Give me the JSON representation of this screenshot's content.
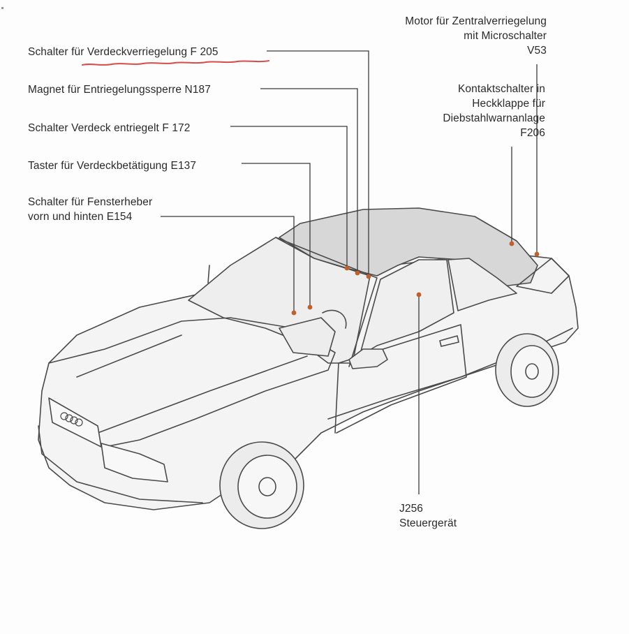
{
  "labels": {
    "f205": "Schalter für Verdeckverriegelung F 205",
    "n187": "Magnet für Entriegelungssperre N187",
    "f172": "Schalter Verdeck entriegelt F 172",
    "e137": "Taster für Verdeckbetätigung E137",
    "e154": "Schalter für Fensterheber\nvorn und hinten E154",
    "v53": "Motor für Zentralverriegelung\nmit Microschalter\nV53",
    "f206": "Kontaktschalter in\nHeckklappe für\nDiebstahlwarnanlage\nF206",
    "j256": "J256\nSteuergerät"
  },
  "colors": {
    "text": "#2a2a2a",
    "leader_line": "#3a3a3a",
    "marker_dot": "#c0602a",
    "highlight_underline": "#d94a4a",
    "car_line": "#4a4a4a",
    "car_fill": "#f3f3f3",
    "roof_fill": "#d6d6d6"
  },
  "icons": {
    "marker": "orange-dot-marker",
    "vehicle": "convertible-car-illustration"
  }
}
